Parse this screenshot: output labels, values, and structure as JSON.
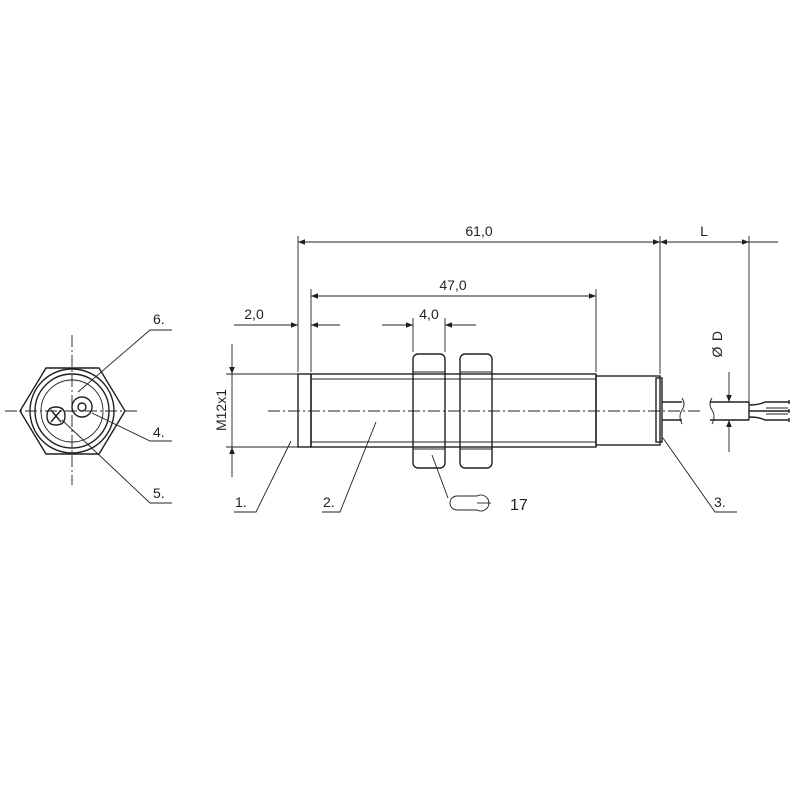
{
  "dimensions": {
    "overall_length": "61,0",
    "cable_length": "L",
    "thread_length": "47,0",
    "front_offset": "2,0",
    "nut_thickness": "4,0",
    "thread_size": "M12x1",
    "cable_diameter": "D",
    "diameter_symbol": "Ø",
    "wrench_size": "17"
  },
  "callouts": {
    "c1": "1.",
    "c2": "2.",
    "c3": "3.",
    "c4": "4.",
    "c5": "5.",
    "c6": "6."
  },
  "icons": {
    "wrench": "wrench-icon",
    "diameter": "diameter-symbol"
  }
}
